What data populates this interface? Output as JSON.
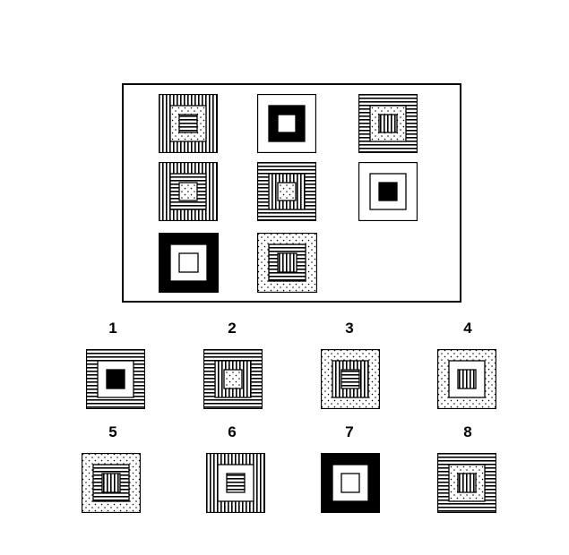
{
  "puzzle": {
    "matrix": [
      {
        "outer": "vstripe",
        "middle": "dots",
        "inner": "hstripe"
      },
      {
        "outer": "white",
        "middle": "black",
        "inner": "white"
      },
      {
        "outer": "hstripe",
        "middle": "dots",
        "inner": "vstripe"
      },
      {
        "outer": "vstripe",
        "middle": "hstripe",
        "inner": "dots"
      },
      {
        "outer": "hstripe",
        "middle": "vstripe",
        "inner": "dots"
      },
      {
        "outer": "white",
        "middle": "white",
        "inner": "black"
      },
      {
        "outer": "black",
        "middle": "white",
        "inner": "white"
      },
      {
        "outer": "dots",
        "middle": "hstripe",
        "inner": "vstripe"
      }
    ],
    "options": [
      {
        "label": "1",
        "outer": "hstripe",
        "middle": "white",
        "inner": "black"
      },
      {
        "label": "2",
        "outer": "hstripe",
        "middle": "vstripe",
        "inner": "dots"
      },
      {
        "label": "3",
        "outer": "dots",
        "middle": "vstripe",
        "inner": "hstripe"
      },
      {
        "label": "4",
        "outer": "dots",
        "middle": "white",
        "inner": "vstripe"
      },
      {
        "label": "5",
        "outer": "dots",
        "middle": "hstripe",
        "inner": "vstripe"
      },
      {
        "label": "6",
        "outer": "vstripe",
        "middle": "white",
        "inner": "hstripe"
      },
      {
        "label": "7",
        "outer": "black",
        "middle": "white",
        "inner": "white"
      },
      {
        "label": "8",
        "outer": "hstripe",
        "middle": "dots",
        "inner": "vstripe"
      }
    ]
  }
}
